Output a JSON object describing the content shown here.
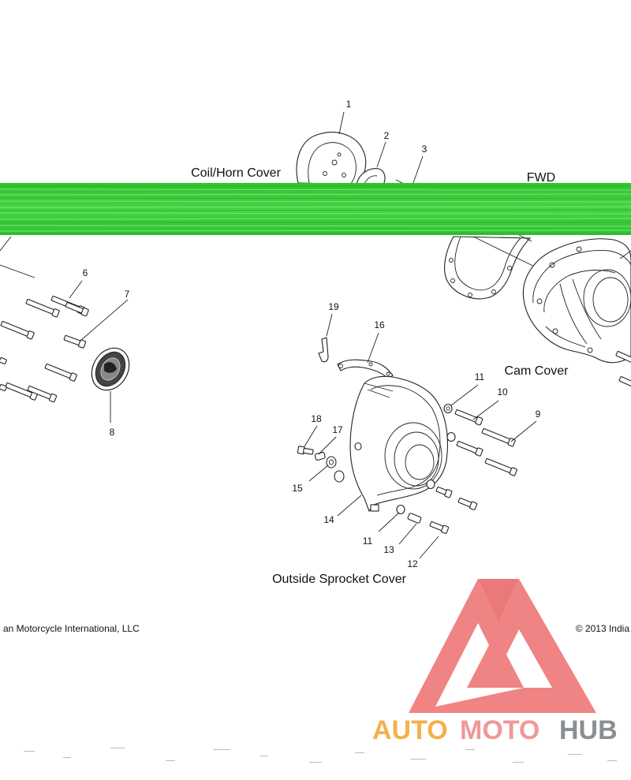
{
  "labels": {
    "coil_horn_cover": "Coil/Horn Cover",
    "fwd": "FWD",
    "cam_cover": "Cam Cover",
    "outside_sprocket_cover": "Outside Sprocket Cover"
  },
  "callouts": [
    "1",
    "2",
    "3",
    "6",
    "7",
    "8",
    "19",
    "16",
    "11",
    "10",
    "9",
    "18",
    "17",
    "15",
    "14",
    "11",
    "13",
    "12"
  ],
  "copyright": {
    "left": "an Motorcycle International, LLC",
    "right": "© 2013 India"
  },
  "watermark": {
    "part1": "AUTO",
    "part2": "MOTO",
    "part3": "HUB"
  },
  "colors": {
    "band": "#33cc33",
    "logo_red": "#ee6e6e",
    "logo_orange": "#f4b04a",
    "logo_gray": "#8a8f94"
  }
}
